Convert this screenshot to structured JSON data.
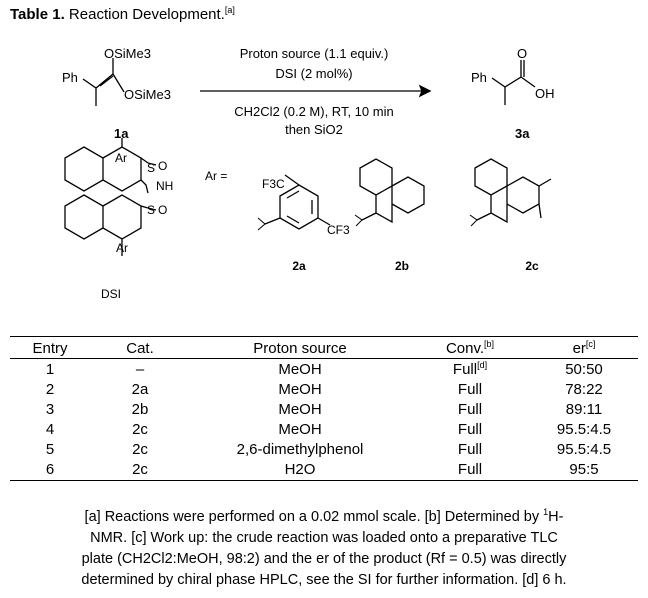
{
  "title": {
    "label": "Table 1.",
    "text": "Reaction Development.",
    "footnote": "[a]"
  },
  "scheme": {
    "sm_label": "1a",
    "sm_groups": {
      "top": "OSiMe3",
      "right": "OSiMe3",
      "ph": "Ph"
    },
    "conditions": [
      "Proton source (1.1 equiv.)",
      "DSI (2 mol%)",
      "CH2Cl2 (0.2 M), RT, 10 min",
      "then SiO2"
    ],
    "product_label": "3a",
    "product_groups": {
      "ph": "Ph",
      "o": "O",
      "oh": "OH"
    },
    "dsi": {
      "label": "DSI",
      "ar": "Ar",
      "o": "O",
      "s": "S",
      "nh": "NH"
    },
    "ar_prefix": "Ar =",
    "catalysts": [
      {
        "label": "2a",
        "groups": [
          "F3C",
          "CF3"
        ]
      },
      {
        "label": "2b"
      },
      {
        "label": "2c"
      }
    ]
  },
  "table": {
    "headers": {
      "entry": "Entry",
      "cat": "Cat.",
      "source": "Proton source",
      "conv": "Conv.",
      "conv_fn": "[b]",
      "er": "er",
      "er_fn": "[c]"
    },
    "rows": [
      {
        "entry": "1",
        "cat": "–",
        "source": "MeOH",
        "conv": "Full",
        "conv_fn": "[d]",
        "er": "50:50"
      },
      {
        "entry": "2",
        "cat": "2a",
        "source": "MeOH",
        "conv": "Full",
        "conv_fn": "",
        "er": "78:22"
      },
      {
        "entry": "3",
        "cat": "2b",
        "source": "MeOH",
        "conv": "Full",
        "conv_fn": "",
        "er": "89:11"
      },
      {
        "entry": "4",
        "cat": "2c",
        "source": "MeOH",
        "conv": "Full",
        "conv_fn": "",
        "er": "95.5:4.5"
      },
      {
        "entry": "5",
        "cat": "2c",
        "source": "2,6-dimethylphenol",
        "conv": "Full",
        "conv_fn": "",
        "er": "95.5:4.5"
      },
      {
        "entry": "6",
        "cat": "2c",
        "source": "H2O",
        "conv": "Full",
        "conv_fn": "",
        "er": "95:5"
      }
    ]
  },
  "notes": {
    "line1a": "[a] Reactions were performed on a 0.02 mmol scale. [b] Determined by ",
    "line1sup": "1",
    "line1b": "H-",
    "line2": "NMR. [c] Work up: the crude reaction was loaded onto a preparative TLC",
    "line3": "plate (CH2Cl2:MeOH, 98:2) and the er of the product (Rf = 0.5) was directly",
    "line4": "determined by chiral phase HPLC, see the SI for further information. [d] 6 h."
  }
}
